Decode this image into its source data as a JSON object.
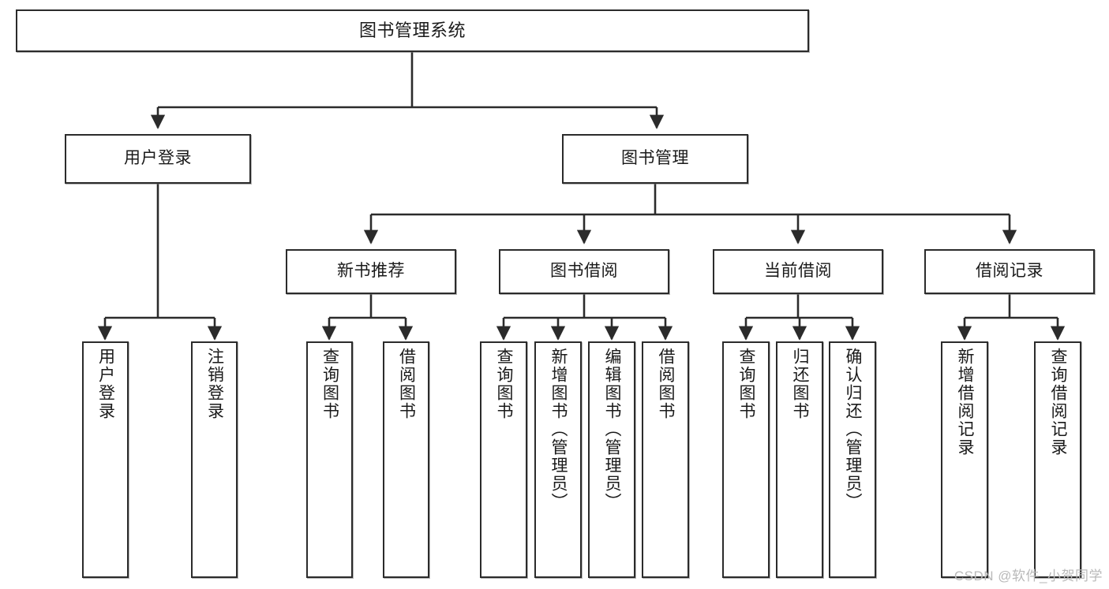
{
  "diagram": {
    "title": "图书管理系统",
    "type": "hierarchy-tree",
    "watermark": "CSDN @软件_小贺同学",
    "colors": {
      "box_stroke": "#2b2b2b",
      "box_fill": "#ffffff",
      "connector": "#2b2b2b",
      "text": "#1a1a1a",
      "watermark": "#b9b9b9"
    },
    "nodes": {
      "root": {
        "label": "图书管理系统",
        "level": 1
      },
      "l2": [
        {
          "id": "user-login",
          "label": "用户登录",
          "level": 2
        },
        {
          "id": "book-manage",
          "label": "图书管理",
          "level": 2
        }
      ],
      "l3": [
        {
          "id": "new-book-recommend",
          "label": "新书推荐",
          "level": 3,
          "parent": "book-manage"
        },
        {
          "id": "book-borrow",
          "label": "图书借阅",
          "level": 3,
          "parent": "book-manage"
        },
        {
          "id": "current-borrow",
          "label": "当前借阅",
          "level": 3,
          "parent": "book-manage"
        },
        {
          "id": "borrow-record",
          "label": "借阅记录",
          "level": 3,
          "parent": "book-manage"
        }
      ],
      "leaves": [
        {
          "id": "leaf-user-login",
          "label": "用户登录",
          "parent": "user-login"
        },
        {
          "id": "leaf-logout-login",
          "label": "注销登录",
          "parent": "user-login"
        },
        {
          "id": "leaf-query-book-1",
          "label": "查询图书",
          "parent": "new-book-recommend"
        },
        {
          "id": "leaf-borrow-book-1",
          "label": "借阅图书",
          "parent": "new-book-recommend"
        },
        {
          "id": "leaf-query-book-2",
          "label": "查询图书",
          "parent": "book-borrow"
        },
        {
          "id": "leaf-add-book",
          "label": "新增图书（管理员）",
          "parent": "book-borrow"
        },
        {
          "id": "leaf-edit-book",
          "label": "编辑图书（管理员）",
          "parent": "book-borrow"
        },
        {
          "id": "leaf-borrow-book-2",
          "label": "借阅图书",
          "parent": "book-borrow"
        },
        {
          "id": "leaf-query-book-3",
          "label": "查询图书",
          "parent": "current-borrow"
        },
        {
          "id": "leaf-return-book",
          "label": "归还图书",
          "parent": "current-borrow"
        },
        {
          "id": "leaf-confirm-return",
          "label": "确认归还（管理员）",
          "parent": "current-borrow"
        },
        {
          "id": "leaf-add-record",
          "label": "新增借阅记录",
          "parent": "borrow-record"
        },
        {
          "id": "leaf-query-record",
          "label": "查询借阅记录",
          "parent": "borrow-record"
        }
      ]
    }
  }
}
